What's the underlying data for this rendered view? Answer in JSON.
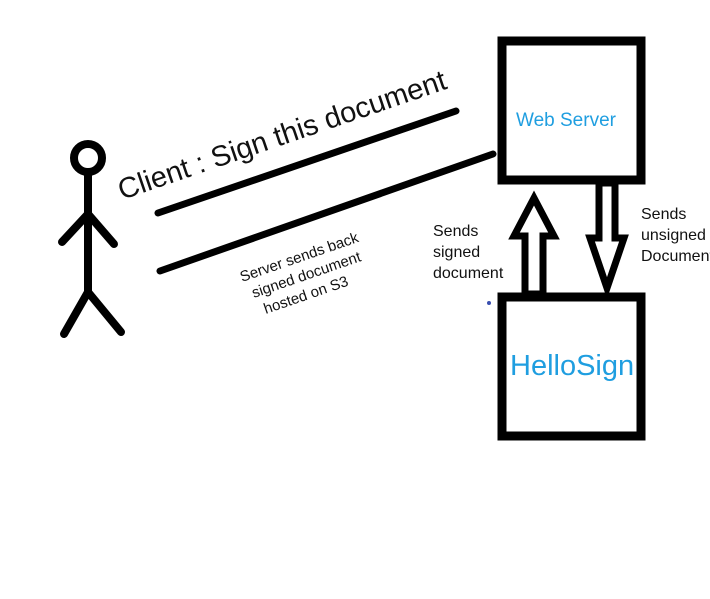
{
  "nodes": {
    "web_server": "Web Server",
    "hellosign": "HelloSign"
  },
  "labels": {
    "client_request": "Client : Sign this document",
    "server_response": [
      "Server sends back",
      "signed document",
      "hosted on S3"
    ],
    "sends_signed": [
      "Sends",
      "signed",
      "document"
    ],
    "sends_unsigned": [
      "Sends",
      "unsigned",
      "Document"
    ]
  },
  "colors": {
    "stroke": "#000000",
    "node_text": "#1f9ee0",
    "text": "#111111",
    "dot": "#3a4fb0"
  }
}
